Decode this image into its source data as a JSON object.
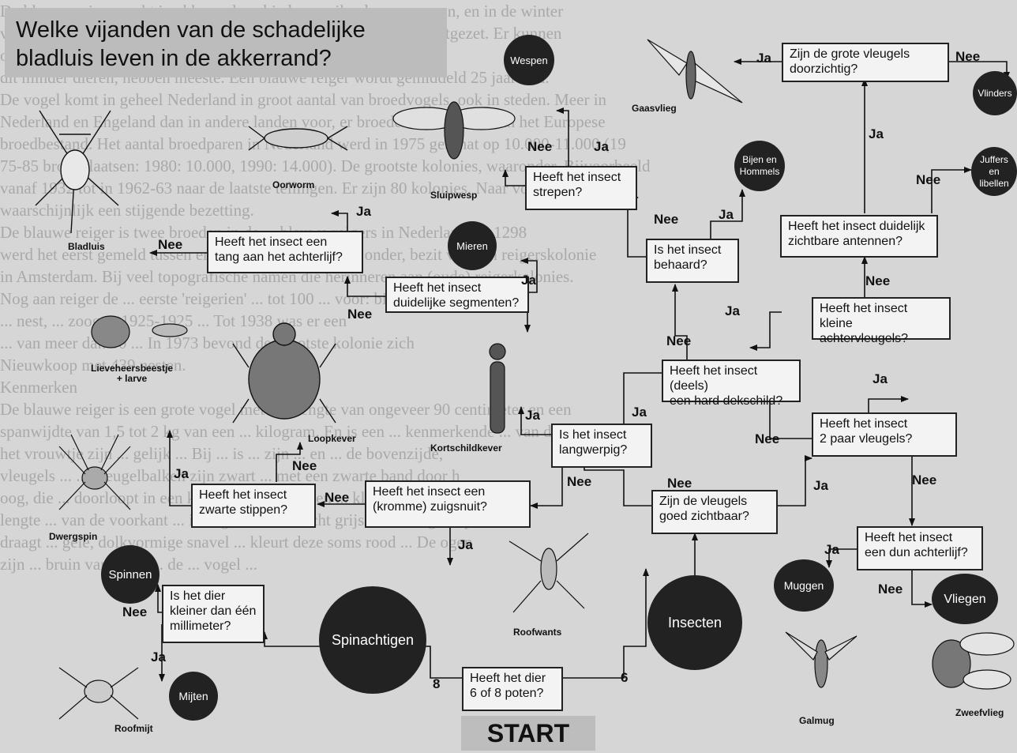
{
  "background_lines": [
    "De blauwe reiger zoekt in akkerende gebieden, weilanden en vennen, en in de winter",
    "vissen, rondtrekken. Door liefhebbers van grote reigers ook al voortgezet. Er kunnen",
    "ook in de, op een kier voor de dieren verhoogd. ...",
    "dit minder dieren, hebben meeste. Een blauwe reiger wordt gemiddeld 25 jaar oud.",
    "",
    "De vogel komt in geheel Nederland in groot aantal van broedvogels, ook in steden. Meer in",
    "Nederland en Engeland dan in andere landen voor, er broeden 60 tot 70% van het Europese",
    "broedbestand. Het aantal broedparen in Nederland werd in 1975 geschat op 10.000-11.000 (19",
    "75-85 broedplaatsen: 1980: 10.000, 1990: 14.000). De grootste kolonies, waaronder. Bijvoorbeeld",
    "vanaf 1932 tot in 1962-63 naar de laatste tellingen. Er zijn 80 kolonies. Naar volgende",
    "waarschijnlijk een stijgende bezetting.",
    "De blauwe reiger is twee broeden in de ... blauwe reigers in Nederland. In 1298",
    "werd het eerst gemeld tussen erfgenamen van Floris V onder, bezit van een reigerskolonie",
    "in Amsterdam. Bij veel topografische namen die herinneren aan (oude) reigerkolonies.",
    "Nog aan reiger de ... eerste 'reigerien' ... tot 100 ... voor: bij",
    "... nest, ... zoog ... 1925-1925 ... Tot 1938 was er een",
    "... van meer dan 50 ... In 1973 bevond de grootste kolonie zich",
    "Nieuwkoop met 439 nesten.",
    "",
    "Kenmerken",
    "De blauwe reiger is een grote vogel met een lengte van ongeveer 90 centimeter en een",
    "spanwijdte van 1,5 tot 2 kg van een ... kilogram. En is een ... kenmerkende ... van de",
    "het vrouwtje zijn ... gelijk ... Bij ... is ... zijn ... en ... de bovenzijde,",
    "vleugels ... ... vleugelbalken zijn zwart ... met een zwarte band door h",
    "oog, die ... doorloopt in een kuif. Ook ... heeft een ... kleur van ... voorzijde",
    "lengte ... van de voorkant ... is ... grotendeels licht grijs, ... kleurige kop",
    "draagt ... gele, dolkvormige snavel ... kleurt deze soms rood ... De ogen",
    "zijn ... bruin van kleur ... de ... vogel ... "
  ],
  "title": {
    "line1": "Welke vijanden van de schadelijke",
    "line2": "bladluis leven in de akkerrand?"
  },
  "start_label": "START",
  "questions": {
    "poten": {
      "l1": "Heeft het dier",
      "l2": "6 of 8 poten?"
    },
    "millimeter": {
      "l1": "Is het dier",
      "l2": "kleiner dan één",
      "l3": "millimeter?"
    },
    "zuigsnuit": {
      "l1": "Heeft het insect een",
      "l2": "(kromme) zuigsnuit?"
    },
    "stippen": {
      "l1": "Heeft het insect",
      "l2": "zwarte stippen?"
    },
    "langwerpig": {
      "l1": "Is het insect",
      "l2": "langwerpig?"
    },
    "segmenten": {
      "l1": "Heeft het insect",
      "l2": "duidelijke segmenten?"
    },
    "tang": {
      "l1": "Heeft het insect een",
      "l2": "tang aan het achterlijf?"
    },
    "strepen": {
      "l1": "Heeft het insect",
      "l2": "strepen?"
    },
    "vleugels_zichtbaar": {
      "l1": "Zijn de vleugels",
      "l2": "goed zichtbaar?"
    },
    "dekschild": {
      "l1": "Heeft het insect (deels)",
      "l2": "een hard dekschild?"
    },
    "behaard": {
      "l1": "Is het insect",
      "l2": "behaard?"
    },
    "paar_vleugels": {
      "l1": "Heeft het insect",
      "l2": "2 paar vleugels?"
    },
    "achtervleugels": {
      "l1": "Heeft het insect kleine",
      "l2": "achtervleugels?"
    },
    "antennen": {
      "l1": "Heeft het insect duidelijk",
      "l2": "zichtbare antennen?"
    },
    "doorzichtig": {
      "l1": "Zijn de grote vleugels",
      "l2": "doorzichtig?"
    },
    "dun_achterlijf": {
      "l1": "Heeft het insect",
      "l2": "een dun achterlijf?"
    }
  },
  "nodes": {
    "spinachtigen": "Spinachtigen",
    "insecten": "Insecten",
    "spinnen": "Spinnen",
    "mijten": "Mijten",
    "mieren": "Mieren",
    "wespen": "Wespen",
    "bijen_l1": "Bijen en",
    "bijen_l2": "Hommels",
    "vlinders": "Vlinders",
    "juffers_l1": "Juffers",
    "juffers_l2": "en",
    "juffers_l3": "libellen",
    "muggen": "Muggen",
    "vliegen": "Vliegen"
  },
  "captions": {
    "bladluis": "Bladluis",
    "oorworm": "Oorworm",
    "sluipwesp": "Sluipwesp",
    "gaasvlieg": "Gaasvlieg",
    "lieveheersbeestje_l1": "Lieveheersbeestje",
    "lieveheersbeestje_l2": "+ larve",
    "loopkever": "Loopkever",
    "kortschildkever": "Kortschildkever",
    "dwergspin": "Dwergspin",
    "roofwants": "Roofwants",
    "roofmijt": "Roofmijt",
    "galmug": "Galmug",
    "zweefvlieg": "Zweefvlieg"
  },
  "edge_labels": {
    "ja": "Ja",
    "nee": "Nee",
    "eight": "8",
    "six": "6"
  }
}
